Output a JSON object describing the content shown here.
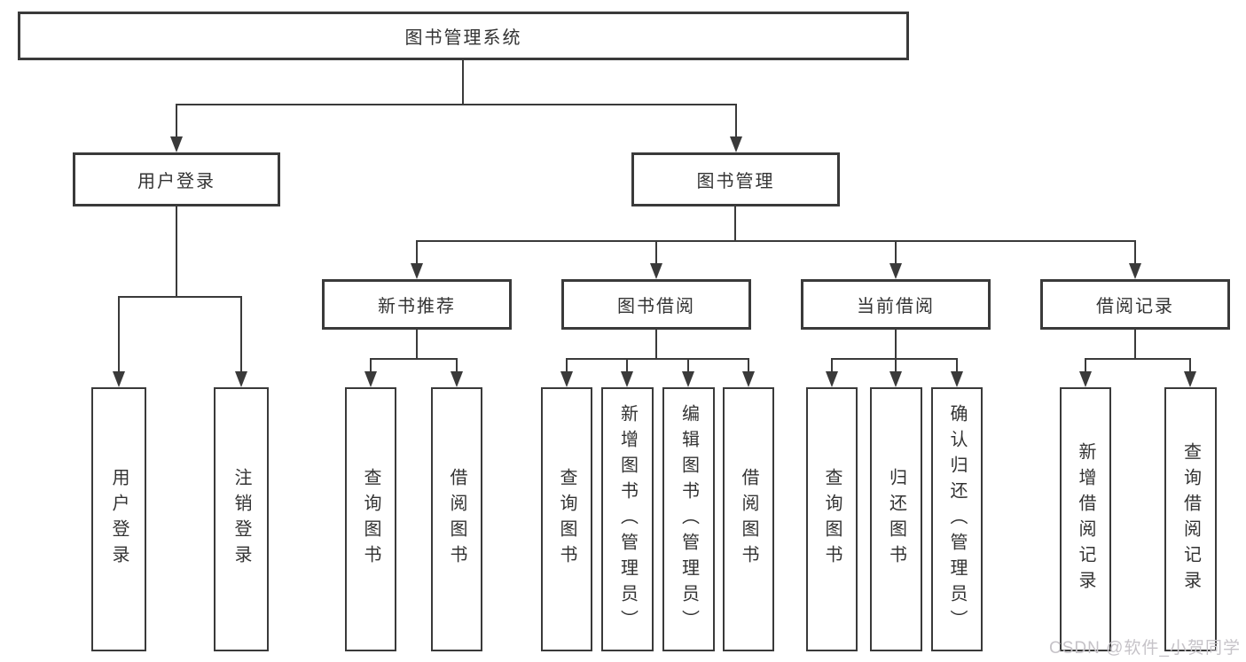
{
  "colors": {
    "line": "#3a3a3a",
    "text": "#333333",
    "background": "#ffffff",
    "watermark": "#c6c3c8"
  },
  "watermark": {
    "text": "CSDN @软件_小贺同学"
  },
  "tree": {
    "label": "图书管理系统",
    "children": [
      {
        "label": "用户登录",
        "children": [
          {
            "label": "用户登录"
          },
          {
            "label": "注销登录"
          }
        ]
      },
      {
        "label": "图书管理",
        "children": [
          {
            "label": "新书推荐",
            "children": [
              {
                "label": "查询图书"
              },
              {
                "label": "借阅图书"
              }
            ]
          },
          {
            "label": "图书借阅",
            "children": [
              {
                "label": "查询图书"
              },
              {
                "label": "新增图书（管理员）"
              },
              {
                "label": "编辑图书（管理员）"
              },
              {
                "label": "借阅图书"
              }
            ]
          },
          {
            "label": "当前借阅",
            "children": [
              {
                "label": "查询图书"
              },
              {
                "label": "归还图书"
              },
              {
                "label": "确认归还（管理员）"
              }
            ]
          },
          {
            "label": "借阅记录",
            "children": [
              {
                "label": "新增借阅记录"
              },
              {
                "label": "查询借阅记录"
              }
            ]
          }
        ]
      }
    ]
  }
}
